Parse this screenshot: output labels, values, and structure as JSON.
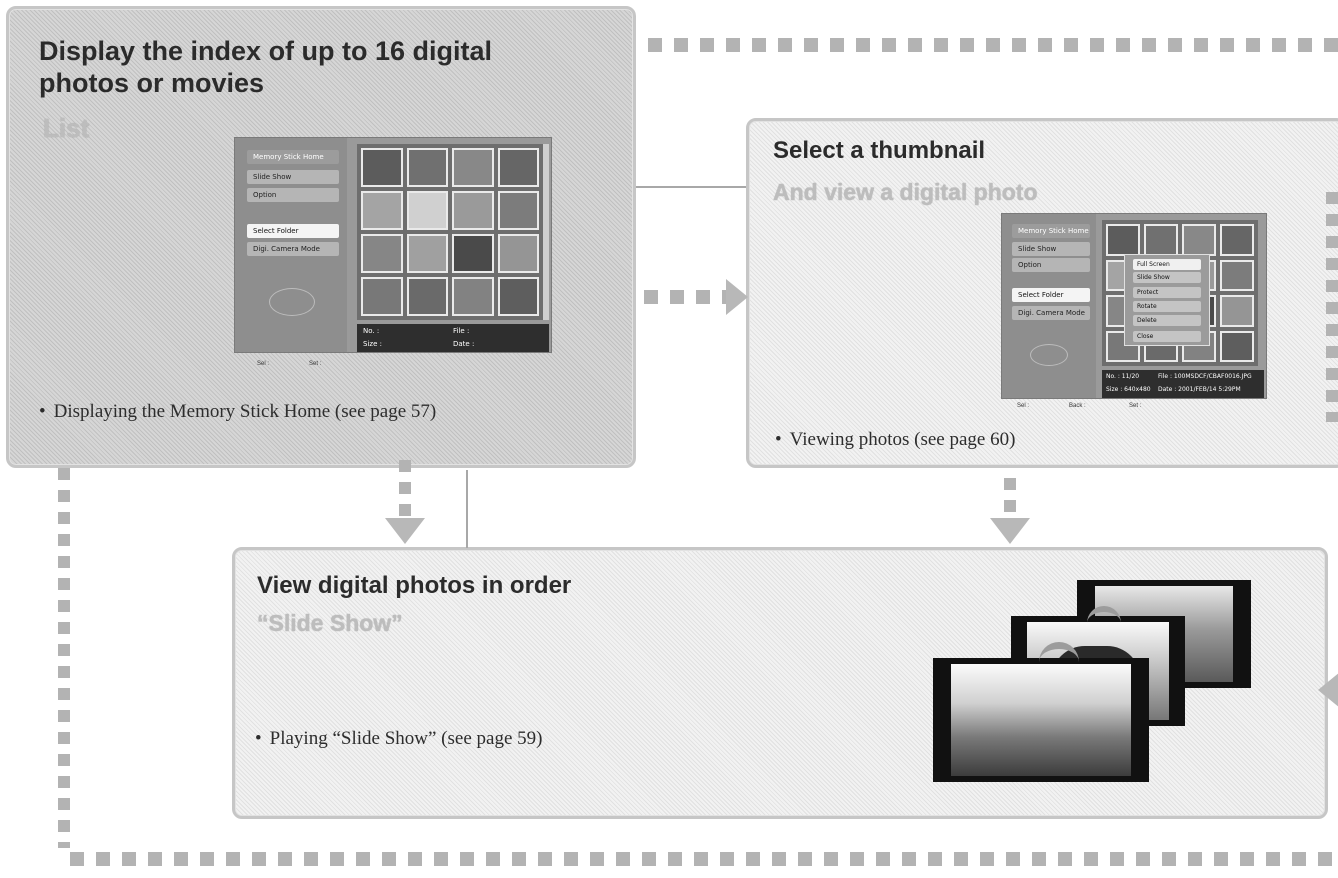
{
  "panels": {
    "list": {
      "title": "Display the index of up to 16 digital photos or movies",
      "subtitle": "List",
      "bullet": "Displaying the Memory Stick Home  (see page 57)"
    },
    "thumbnail": {
      "title": "Select a thumbnail",
      "subtitle": "And view a digital photo",
      "bullet": "Viewing photos (see page 60)"
    },
    "slideshow": {
      "title": "View digital photos in order",
      "subtitle": "“Slide Show”",
      "bullet": "Playing “Slide Show” (see page 59)"
    }
  },
  "mock_list": {
    "menu": [
      "Memory Stick Home",
      "Slide Show",
      "Option"
    ],
    "select_folder": "Select Folder",
    "camera_mode": "Digi. Camera Mode",
    "info": {
      "no": "No. :",
      "file": "File :",
      "size": "Size :",
      "date": "Date :"
    },
    "status": {
      "sel": "Sel :",
      "set": "Set :"
    }
  },
  "mock_view": {
    "menu": [
      "Memory Stick Home",
      "Slide Show",
      "Option"
    ],
    "select_folder": "Select Folder",
    "camera_mode": "Digi. Camera Mode",
    "popup": [
      "Full Screen",
      "Slide Show",
      "Protect",
      "Rotate",
      "Delete",
      "Close"
    ],
    "info": {
      "no": "No. : 11/20",
      "file": "File : 100MSDCF/CBAF0016.JPG",
      "size": "Size : 640x480",
      "date": "Date : 2001/FEB/14 5:29PM"
    },
    "status": {
      "sel": "Sel :",
      "back": "Back :",
      "set": "Set :"
    }
  },
  "colors": {
    "panel_border": "#c6c6c6",
    "title_text": "#2b2b2b",
    "subtitle_text": "#bdbdbd",
    "dash": "#b3b3b3"
  }
}
